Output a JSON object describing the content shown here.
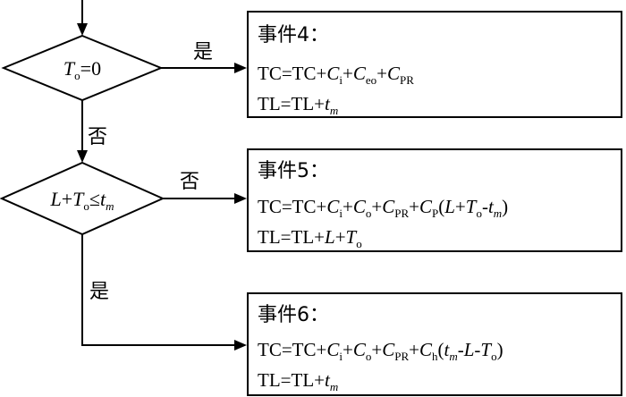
{
  "decisions": [
    {
      "id": "d1",
      "condition": "T_o=0"
    },
    {
      "id": "d2",
      "condition": "L+T_o≤t_m"
    }
  ],
  "edges": {
    "yes": "是",
    "no": "否"
  },
  "events": [
    {
      "title": "事件4：",
      "lines": [
        "TC=TC+C_i+C_eo+C_PR",
        "TL=TL+t_m"
      ]
    },
    {
      "title": "事件5：",
      "lines": [
        "TC=TC+C_i+C_o+C_PR+C_P(L+T_o-t_m)",
        "TL=TL+L+T_o"
      ]
    },
    {
      "title": "事件6：",
      "lines": [
        "TC=TC+C_i+C_o+C_PR+C_h(t_m-L-T_o)",
        "TL=TL+t_m"
      ]
    }
  ]
}
